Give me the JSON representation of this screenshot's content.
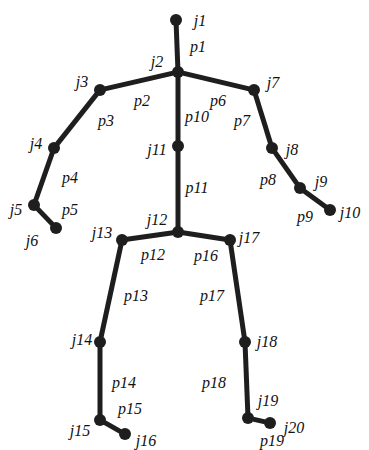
{
  "diagram": {
    "nodes": [
      {
        "text": [
          "j1"
        ]
      },
      {
        "text": [
          "j2"
        ]
      },
      {
        "text": [
          "j3"
        ]
      },
      {
        "text": [
          "j4"
        ]
      },
      {
        "text": [
          "j5"
        ]
      },
      {
        "text": [
          "j6"
        ]
      },
      {
        "text": [
          "j7"
        ]
      },
      {
        "text": [
          "j8"
        ]
      },
      {
        "text": [
          "j9"
        ]
      },
      {
        "text": [
          "j10"
        ]
      },
      {
        "text": [
          "j11"
        ]
      },
      {
        "text": [
          "j12"
        ]
      },
      {
        "text": [
          "j13"
        ]
      },
      {
        "text": [
          "j14"
        ]
      },
      {
        "text": [
          "j15"
        ]
      },
      {
        "text": [
          "j16"
        ]
      },
      {
        "text": [
          "j17"
        ]
      },
      {
        "text": [
          "j18"
        ]
      },
      {
        "text": [
          "j19"
        ]
      },
      {
        "text": [
          "j20"
        ]
      }
    ],
    "edges": [
      {
        "from": 0,
        "to": 1,
        "arrow": "none",
        "label": "p1"
      },
      {
        "from": 1,
        "to": 2,
        "arrow": "none",
        "label": "p2"
      },
      {
        "from": 2,
        "to": 3,
        "arrow": "none",
        "label": "p3"
      },
      {
        "from": 3,
        "to": 4,
        "arrow": "none",
        "label": "p4"
      },
      {
        "from": 4,
        "to": 5,
        "arrow": "none",
        "label": "p5"
      },
      {
        "from": 1,
        "to": 6,
        "arrow": "none",
        "label": "p6"
      },
      {
        "from": 6,
        "to": 7,
        "arrow": "none",
        "label": "p7"
      },
      {
        "from": 7,
        "to": 8,
        "arrow": "none",
        "label": "p8"
      },
      {
        "from": 8,
        "to": 9,
        "arrow": "none",
        "label": "p9"
      },
      {
        "from": 1,
        "to": 10,
        "arrow": "none",
        "label": "p10"
      },
      {
        "from": 10,
        "to": 11,
        "arrow": "none",
        "label": "p11"
      },
      {
        "from": 11,
        "to": 12,
        "arrow": "none",
        "label": "p12"
      },
      {
        "from": 12,
        "to": 13,
        "arrow": "none",
        "label": "p13"
      },
      {
        "from": 13,
        "to": 14,
        "arrow": "none",
        "label": "p14"
      },
      {
        "from": 14,
        "to": 15,
        "arrow": "none",
        "label": "p15"
      },
      {
        "from": 11,
        "to": 16,
        "arrow": "none",
        "label": "p16"
      },
      {
        "from": 16,
        "to": 17,
        "arrow": "none",
        "label": "p17"
      },
      {
        "from": 17,
        "to": 18,
        "arrow": "none",
        "label": "p18"
      },
      {
        "from": 18,
        "to": 19,
        "arrow": "none",
        "label": "p19"
      }
    ]
  }
}
